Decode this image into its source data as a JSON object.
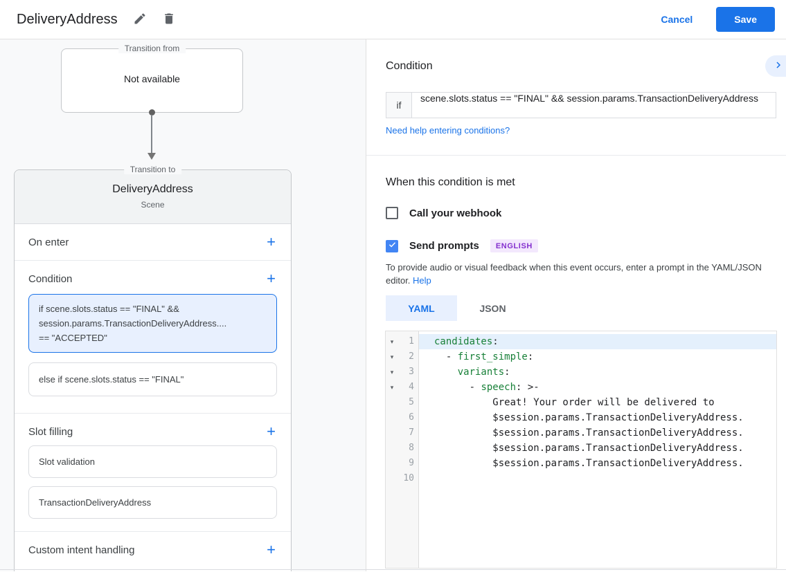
{
  "colors": {
    "accent_blue": "#1a73e8",
    "checkbox_blue": "#4285f4",
    "selected_card_bg": "#e8f0fe",
    "badge_bg": "#f3e8fd",
    "badge_text": "#8430ce",
    "code_key_green": "#188038"
  },
  "header": {
    "title": "DeliveryAddress",
    "cancel_label": "Cancel",
    "save_label": "Save"
  },
  "canvas": {
    "transition_from": {
      "legend": "Transition from",
      "content": "Not available"
    },
    "transition_to": {
      "legend": "Transition to",
      "title": "DeliveryAddress",
      "subtitle": "Scene"
    },
    "sections": {
      "on_enter": "On enter",
      "condition": "Condition",
      "slot_filling": "Slot filling",
      "custom_intent": "Custom intent handling"
    },
    "condition_cards": {
      "selected_lines": [
        "if scene.slots.status == \"FINAL\" &&",
        "session.params.TransactionDeliveryAddress....",
        "== \"ACCEPTED\""
      ],
      "else_card": "else if scene.slots.status == \"FINAL\""
    },
    "slot_cards": [
      "Slot validation",
      "TransactionDeliveryAddress"
    ]
  },
  "panel": {
    "condition_heading": "Condition",
    "if_label": "if",
    "if_value": "scene.slots.status == \"FINAL\" && session.params.TransactionDeliveryAddress",
    "help_link": "Need help entering conditions?",
    "when_heading": "When this condition is met",
    "webhook_label": "Call your webhook",
    "prompts_label": "Send prompts",
    "language_badge": "ENGLISH",
    "description": "To provide audio or visual feedback when this event occurs, enter a prompt in the YAML/JSON editor.",
    "help_label": "Help",
    "tabs": [
      {
        "label": "YAML",
        "active": true
      },
      {
        "label": "JSON",
        "active": false
      }
    ],
    "editor": {
      "lines": [
        {
          "num": 1,
          "fold": true,
          "active": true,
          "segments": [
            {
              "t": "candidates",
              "c": "k"
            },
            {
              "t": ":",
              "c": "p"
            }
          ]
        },
        {
          "num": 2,
          "fold": true,
          "segments": [
            {
              "t": "  - ",
              "c": "p"
            },
            {
              "t": "first_simple",
              "c": "k"
            },
            {
              "t": ":",
              "c": "p"
            }
          ]
        },
        {
          "num": 3,
          "fold": true,
          "segments": [
            {
              "t": "    ",
              "c": "p"
            },
            {
              "t": "variants",
              "c": "k"
            },
            {
              "t": ":",
              "c": "p"
            }
          ]
        },
        {
          "num": 4,
          "fold": true,
          "segments": [
            {
              "t": "      - ",
              "c": "p"
            },
            {
              "t": "speech",
              "c": "k"
            },
            {
              "t": ": >-",
              "c": "p"
            }
          ]
        },
        {
          "num": 5,
          "segments": [
            {
              "t": "          Great! Your order will be delivered to",
              "c": "p"
            }
          ]
        },
        {
          "num": 6,
          "segments": [
            {
              "t": "          $session.params.TransactionDeliveryAddress.",
              "c": "p"
            }
          ]
        },
        {
          "num": 7,
          "segments": [
            {
              "t": "          $session.params.TransactionDeliveryAddress.",
              "c": "p"
            }
          ]
        },
        {
          "num": 8,
          "segments": [
            {
              "t": "          $session.params.TransactionDeliveryAddress.",
              "c": "p"
            }
          ]
        },
        {
          "num": 9,
          "segments": [
            {
              "t": "          $session.params.TransactionDeliveryAddress.",
              "c": "p"
            }
          ]
        },
        {
          "num": 10,
          "segments": []
        }
      ]
    }
  }
}
